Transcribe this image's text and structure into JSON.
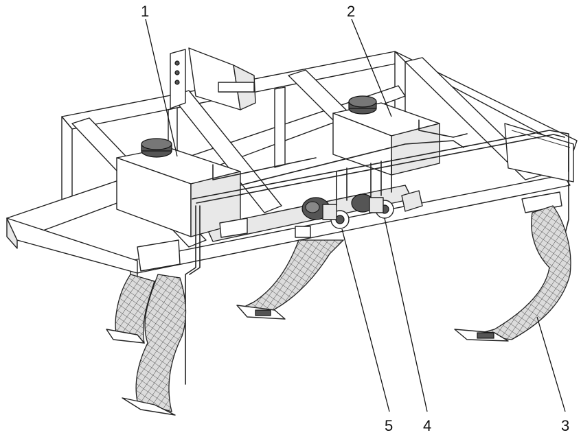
{
  "figure": {
    "callouts": [
      {
        "id": "callout-1",
        "label": "1"
      },
      {
        "id": "callout-2",
        "label": "2"
      },
      {
        "id": "callout-3",
        "label": "3"
      },
      {
        "id": "callout-4",
        "label": "4"
      },
      {
        "id": "callout-5",
        "label": "5"
      }
    ]
  }
}
